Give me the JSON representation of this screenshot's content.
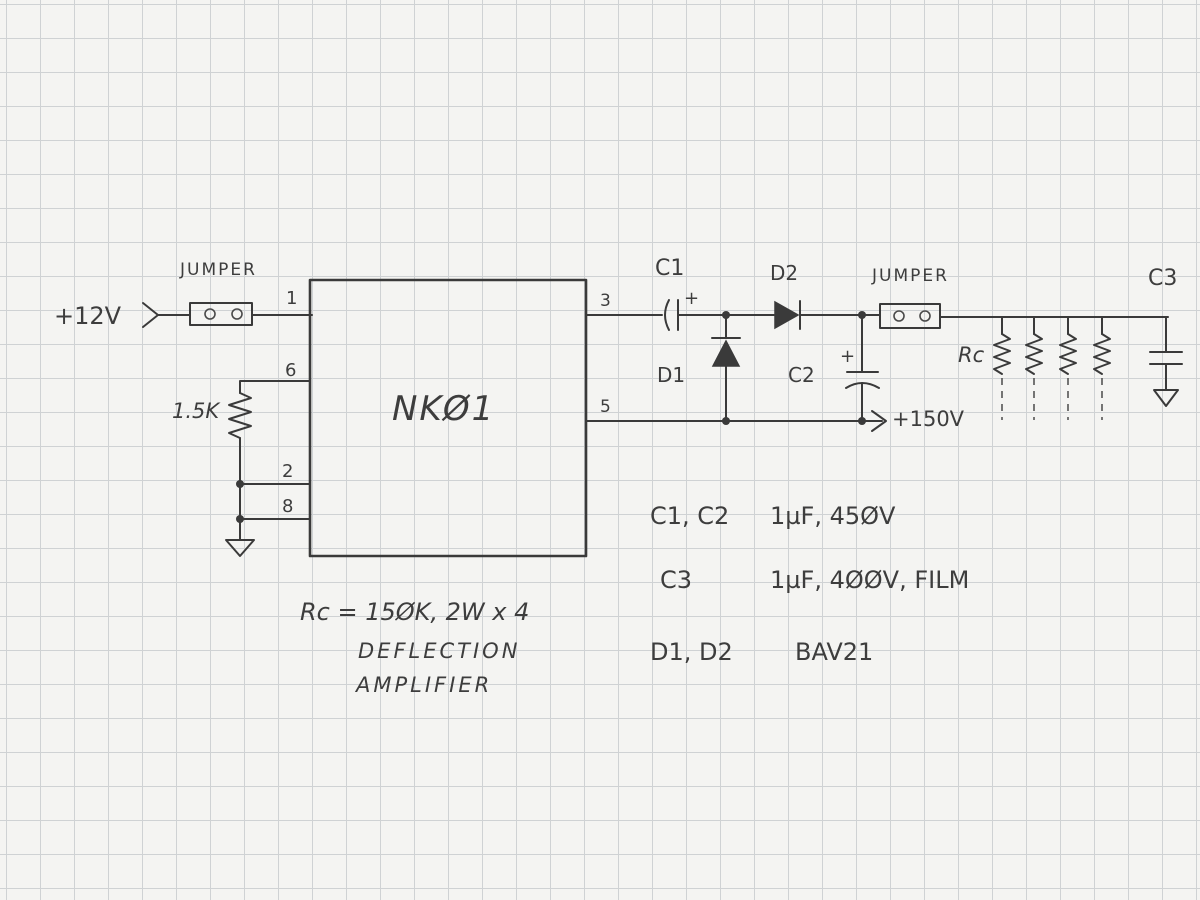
{
  "labels": {
    "supply_in": "+12V",
    "jumper_left": "JUMPER",
    "jumper_right": "JUMPER",
    "module": "NKØ1",
    "pin_1": "1",
    "pin_6": "6",
    "pin_2": "2",
    "pin_8": "8",
    "pin_3": "3",
    "pin_5": "5",
    "resistor_15k": "1.5K",
    "c1": "C1",
    "c2": "C2",
    "c3": "C3",
    "d1": "D1",
    "d2": "D2",
    "rc": "Rc",
    "output": "+150V",
    "plus_c1": "+",
    "plus_c2": "+"
  },
  "notes": {
    "c1_c2_name": "C1, C2",
    "c1_c2_value": "1µF, 45ØV",
    "c3_name": "C3",
    "c3_value": "1µF, 4ØØV, FILM",
    "d1_d2_name": "D1, D2",
    "d1_d2_value": "BAV21",
    "rc_spec": "Rc = 15ØK, 2W x 4",
    "caption_line1": "DEFLECTION",
    "caption_line2": "AMPLIFIER"
  }
}
